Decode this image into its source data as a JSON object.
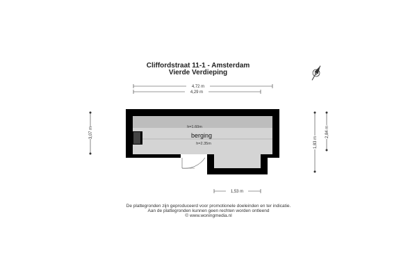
{
  "header": {
    "title": "Cliffordstraat 11-1 - Amsterdam",
    "subtitle": "Vierde Verdieping"
  },
  "compass": {
    "label": "N"
  },
  "dimensions": {
    "top_outer": "4,72 m",
    "top_inner": "4,29 m",
    "left": "3,07 m",
    "right_inner": "1,83 m",
    "right_outer": "2,84 m",
    "bottom": "1,53 m"
  },
  "room": {
    "name": "berging",
    "height_low": "h=1.60m",
    "height_high": "h=2.35m"
  },
  "footer": {
    "line1": "De plattegronden zijn geproduceerd voor promotionele doeleinden en ter indicatie.",
    "line2": "Aan de plattegronden kunnen geen rechten worden ontleend",
    "line3": "© www.woningmedia.nl"
  },
  "colors": {
    "wall": "#000000",
    "floor": "#d4d4d4",
    "low_zone": "#bdbdbd",
    "chimney": "#444444"
  }
}
